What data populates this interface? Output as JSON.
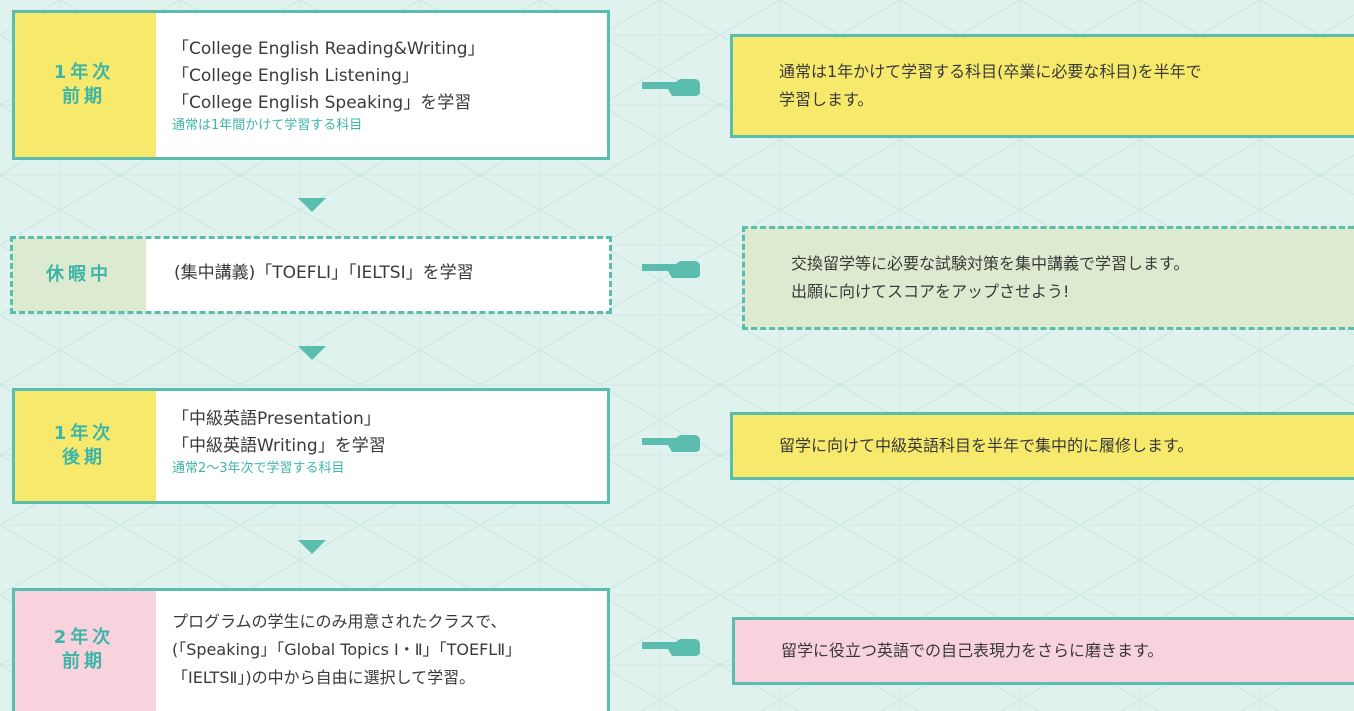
{
  "colors": {
    "accent": "#5bbdad",
    "yellow": "#f7e96c",
    "green": "#dcebd0",
    "pink": "#f8d2dc",
    "background": "#dff2ee"
  },
  "icons": {
    "pointer": "pointing-hand-icon",
    "arrow": "down-triangle-icon"
  },
  "stages": [
    {
      "label": [
        "1年次",
        "前期"
      ],
      "lines": [
        "「College English Reading&Writing」",
        "「College English Listening」",
        "「College English Speaking」を学習"
      ],
      "note": "通常は1年間かけて学習する科目",
      "result": [
        "通常は1年かけて学習する科目(卒業に必要な科目)を半年で",
        "学習します。"
      ]
    },
    {
      "label": [
        "休暇中"
      ],
      "lines": [
        "(集中講義)「TOEFLI」「IELTSI」を学習"
      ],
      "note": "",
      "result": [
        "交換留学等に必要な試験対策を集中講義で学習します。",
        "出願に向けてスコアをアップさせよう!"
      ]
    },
    {
      "label": [
        "1年次",
        "後期"
      ],
      "lines": [
        "「中級英語Presentation」",
        "「中級英語Writing」を学習"
      ],
      "note": "通常2〜3年次で学習する科目",
      "result": [
        "留学に向けて中級英語科目を半年で集中的に履修します。"
      ]
    },
    {
      "label": [
        "2年次",
        "前期"
      ],
      "lines": [
        "プログラムの学生にのみ用意されたクラスで、",
        "(「Speaking」「Global Topics I・Ⅱ」「TOEFLⅡ」",
        "「IELTSⅡ」)の中から自由に選択して学習。"
      ],
      "note": "",
      "result": [
        "留学に役立つ英語での自己表現力をさらに磨きます。"
      ]
    }
  ]
}
